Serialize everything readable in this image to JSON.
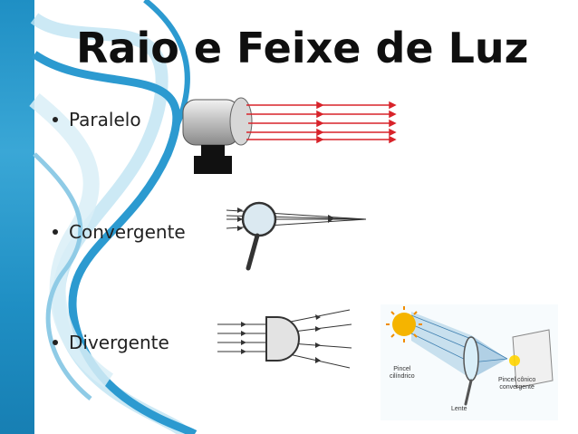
{
  "slide": {
    "title": "Raio e Feixe de Luz",
    "bullets": [
      {
        "label": "Paralelo"
      },
      {
        "label": "Convergente"
      },
      {
        "label": "Divergente"
      }
    ]
  },
  "illustrations": {
    "pencil_diagram": {
      "cylindrical_label_line1": "Pincel",
      "cylindrical_label_line2": "cilíndrico",
      "conic_label_line1": "Pincel cônico",
      "conic_label_line2": "convergente",
      "lens_label": "Lente"
    }
  },
  "colors": {
    "accent_blue": "#1f8fc4",
    "ray_red": "#d8232a",
    "title_text": "#0f0f0f"
  }
}
